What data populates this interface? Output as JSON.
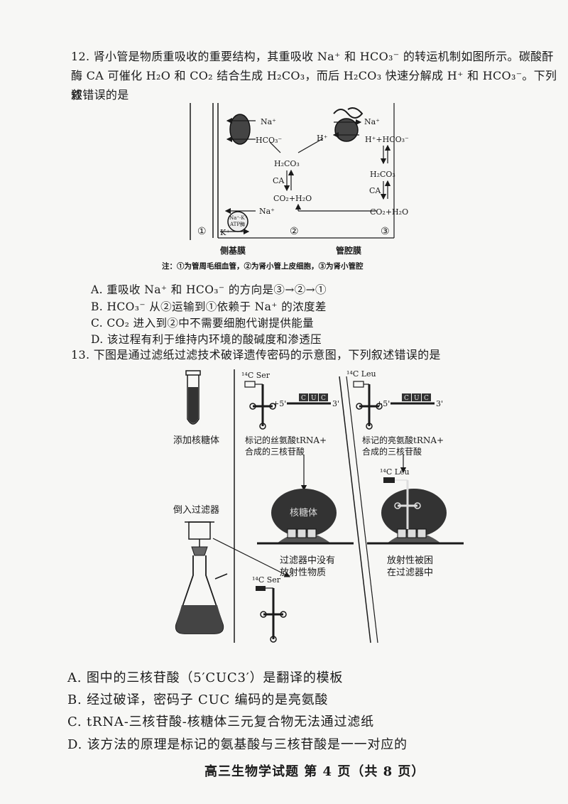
{
  "q12": {
    "stem_line1": "12. 肾小管是物质重吸收的重要结构，其重吸收 Na⁺ 和 HCO₃⁻ 的转运机制如图所示。碳酸酐",
    "stem_line2": "酶 CA 可催化 H₂O 和 CO₂ 结合生成 H₂CO₃，而后 H₂CO₃ 快速分解成 H⁺ 和 HCO₃⁻。下列叙",
    "stem_line3": "述错误的是",
    "figure": {
      "na_top_left": "Na⁺",
      "hco3_left": "HCO₃⁻",
      "h_plus": "H⁺",
      "na_top_right": "Na⁺",
      "h_hco3_right": "H⁺+HCO₃⁻",
      "h2co3_mid": "H₂CO₃",
      "h2co3_right": "H₂CO₃",
      "ca_mid": "CA",
      "ca_right": "CA",
      "co2_h2o_mid": "CO₂+H₂O",
      "co2_h2o_right": "CO₂+H₂O",
      "na_pump": "Na⁺",
      "pump_label_1": "Na⁺-K⁺",
      "pump_label_2": "ATP酶",
      "k_plus": "K⁺",
      "region_1": "①",
      "region_2": "②",
      "region_3": "③",
      "membrane_left": "侧基膜",
      "membrane_right": "管腔膜",
      "note": "注：①为管周毛细血管，②为肾小管上皮细胞，③为肾小管腔"
    },
    "options": {
      "A": "A. 重吸收 Na⁺ 和 HCO₃⁻ 的方向是③→②→①",
      "B": "B. HCO₃⁻ 从②运输到①依赖于 Na⁺ 的浓度差",
      "C": "C. CO₂ 进入到②中不需要细胞代谢提供能量",
      "D": "D. 该过程有利于维持内环境的酸碱度和渗透压"
    }
  },
  "q13": {
    "stem": "13. 下图是通过滤纸过滤技术破译遗传密码的示意图，下列叙述错误的是",
    "figure": {
      "ser_label": "¹⁴C Ser",
      "leu_label": "¹⁴C Leu",
      "plus_5": "+5'",
      "three_prime": "3'",
      "codon_bases": [
        "C",
        "U",
        "C"
      ],
      "add_ribosome": "添加核糖体",
      "ser_caption_1": "标记的丝氨酸tRNA+",
      "ser_caption_2": "合成的三核苷酸",
      "leu_caption_1": "标记的亮氨酸tRNA+",
      "leu_caption_2": "合成的三核苷酸",
      "pour_filter": "倒入过滤器",
      "ribosome": "核糖体",
      "left_result_1": "过滤器中没有",
      "left_result_2": "放射性物质",
      "right_result_1": "放射性被困",
      "right_result_2": "在过滤器中",
      "leu_bound": "¹⁴C Leu",
      "ser_bottom": "¹⁴C Ser"
    },
    "options": {
      "A": "A. 图中的三核苷酸（5′CUC3′）是翻译的模板",
      "B": "B. 经过破译，密码子 CUC 编码的是亮氨酸",
      "C": "C. tRNA-三核苷酸-核糖体三元复合物无法通过滤纸",
      "D": "D. 该方法的原理是标记的氨基酸与三核苷酸是一一对应的"
    }
  },
  "footer": "高三生物学试题  第 4 页（共 8 页）"
}
